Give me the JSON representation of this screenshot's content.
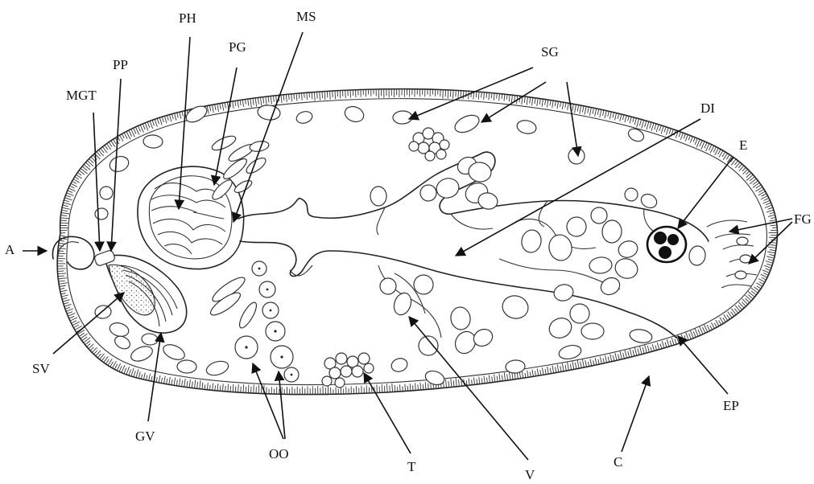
{
  "labels": {
    "PH": "PH",
    "MS": "MS",
    "PG": "PG",
    "PP": "PP",
    "MGT": "MGT",
    "A": "A",
    "SV": "SV",
    "GV": "GV",
    "OO": "OO",
    "T": "T",
    "V": "V",
    "C": "C",
    "EP": "EP",
    "SG": "SG",
    "DI": "DI",
    "E": "E",
    "FG": "FG"
  },
  "colors": {
    "ink": "#222222",
    "background": "#ffffff"
  }
}
